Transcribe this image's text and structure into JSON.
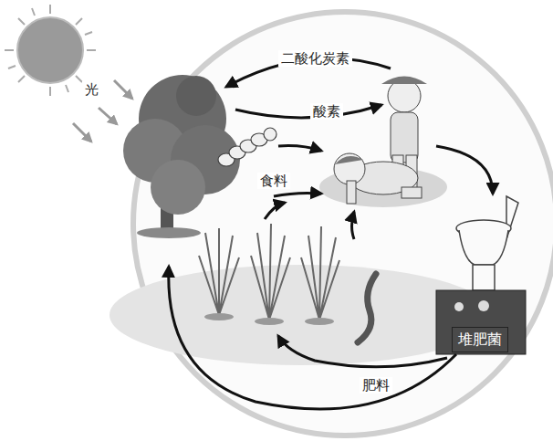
{
  "diagram": {
    "nodes": [
      {
        "text": [
          "堆肥菌"
        ]
      }
    ],
    "labels": [
      "光",
      "二酸化炭素",
      "酸素",
      "食料",
      "肥料"
    ]
  }
}
